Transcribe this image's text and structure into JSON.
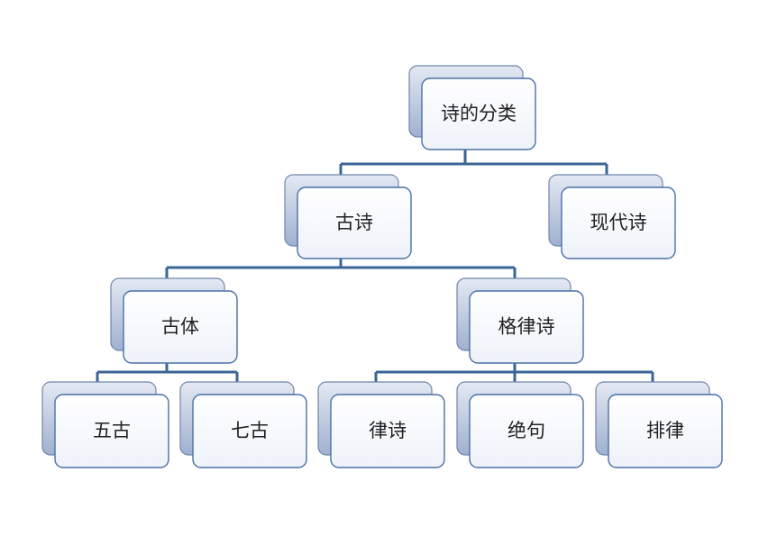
{
  "diagram": {
    "nodes": [
      {
        "id": "root",
        "label": "诗的分类"
      },
      {
        "id": "gushi",
        "label": "古诗"
      },
      {
        "id": "xiandaishi",
        "label": "现代诗"
      },
      {
        "id": "guti",
        "label": "古体"
      },
      {
        "id": "gelvshi",
        "label": "格律诗"
      },
      {
        "id": "wugu",
        "label": "五古"
      },
      {
        "id": "qigu",
        "label": "七古"
      },
      {
        "id": "lvshi",
        "label": "律诗"
      },
      {
        "id": "jueju",
        "label": "绝句"
      },
      {
        "id": "pailv",
        "label": "排律"
      }
    ],
    "edges": [
      {
        "from": "root",
        "to": "gushi"
      },
      {
        "from": "root",
        "to": "xiandaishi"
      },
      {
        "from": "gushi",
        "to": "guti"
      },
      {
        "from": "gushi",
        "to": "gelvshi"
      },
      {
        "from": "guti",
        "to": "wugu"
      },
      {
        "from": "guti",
        "to": "qigu"
      },
      {
        "from": "gelvshi",
        "to": "lvshi"
      },
      {
        "from": "gelvshi",
        "to": "jueju"
      },
      {
        "from": "gelvshi",
        "to": "pailv"
      }
    ],
    "colors": {
      "connector": "#3b6596",
      "box_border": "#4a70a6",
      "box_fill_top": "#ffffff",
      "box_fill_bottom": "#eef2f9",
      "back_fill": "#aebbd4"
    }
  }
}
